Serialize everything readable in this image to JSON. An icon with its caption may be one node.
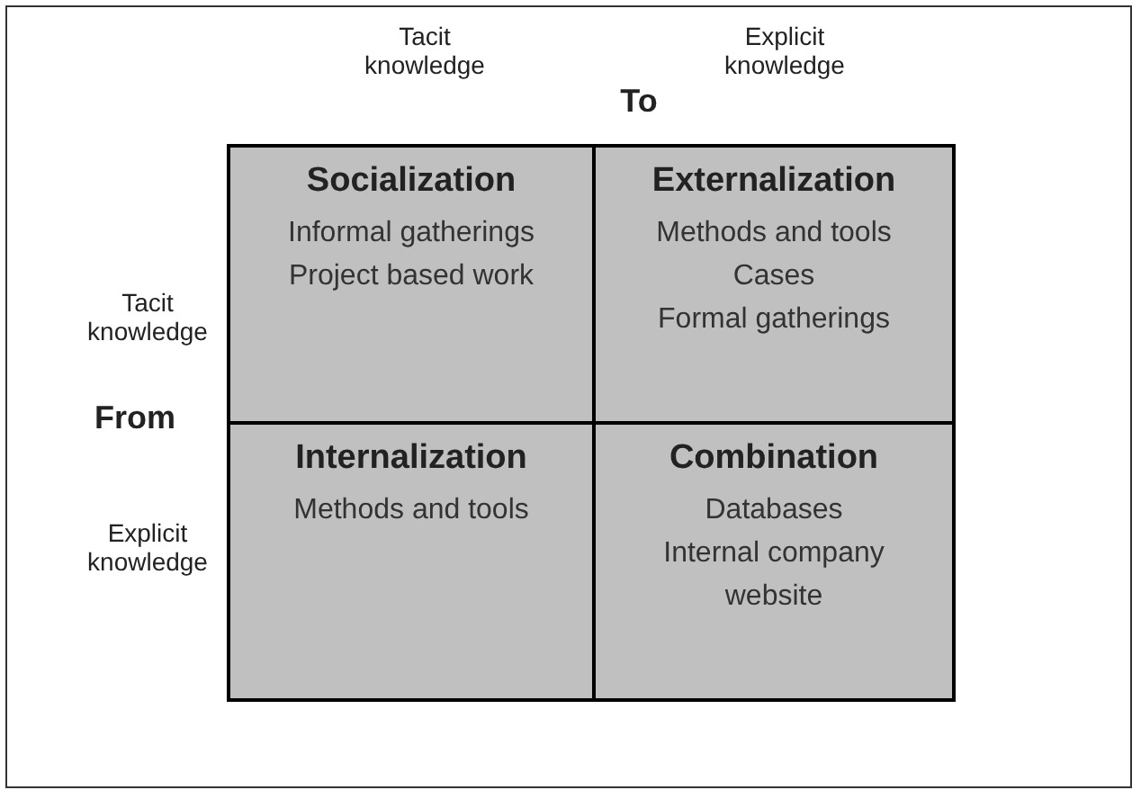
{
  "diagram": {
    "nodes": [
      {
        "text": [
          "Socialization",
          "Informal gatherings",
          "Project based work"
        ]
      },
      {
        "text": [
          "Externalization",
          "Methods and tools",
          "Cases",
          "Formal gatherings"
        ]
      },
      {
        "text": [
          "Internalization",
          "Methods and tools"
        ]
      },
      {
        "text": [
          "Combination",
          "Databases",
          "Internal company website"
        ]
      }
    ],
    "edges": [],
    "labels": [
      "Tacit knowledge",
      "To",
      "Explicit knowledge",
      "Tacit knowledge",
      "From",
      "Explicit knowledge"
    ]
  }
}
